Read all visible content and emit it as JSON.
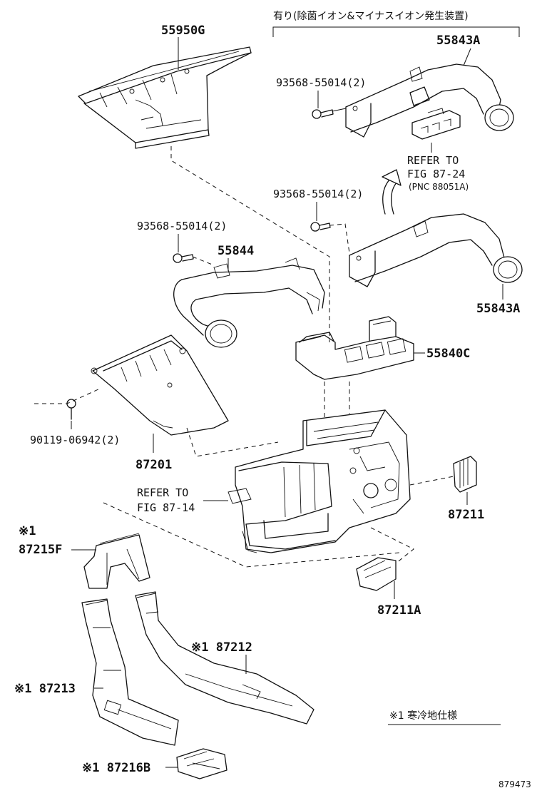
{
  "header_note": "有り(除菌イオン&マイナスイオン発生装置)",
  "labels": {
    "p55950G": "55950G",
    "p55843A_top": "55843A",
    "bolt_top": "93568-55014(2)",
    "refer_87_24_l1": "REFER TO",
    "refer_87_24_l2": "FIG 87-24",
    "pnc": "(PNC 88051A)",
    "bolt_mid": "93568-55014(2)",
    "bolt_left": "93568-55014(2)",
    "p55844": "55844",
    "p55843A_bot": "55843A",
    "p55840C": "55840C",
    "p90119": "90119-06942(2)",
    "p87201": "87201",
    "refer_87_14_l1": "REFER TO",
    "refer_87_14_l2": "FIG 87-14",
    "p87211": "87211",
    "mark1_a": "※1",
    "p87215F": "87215F",
    "p87211A": "87211A",
    "p87212": "※1 87212",
    "p87213": "※1 87213",
    "legend": "※1 寒冷地仕様",
    "p87216B": "※1 87216B",
    "diagram_id": "879473"
  }
}
